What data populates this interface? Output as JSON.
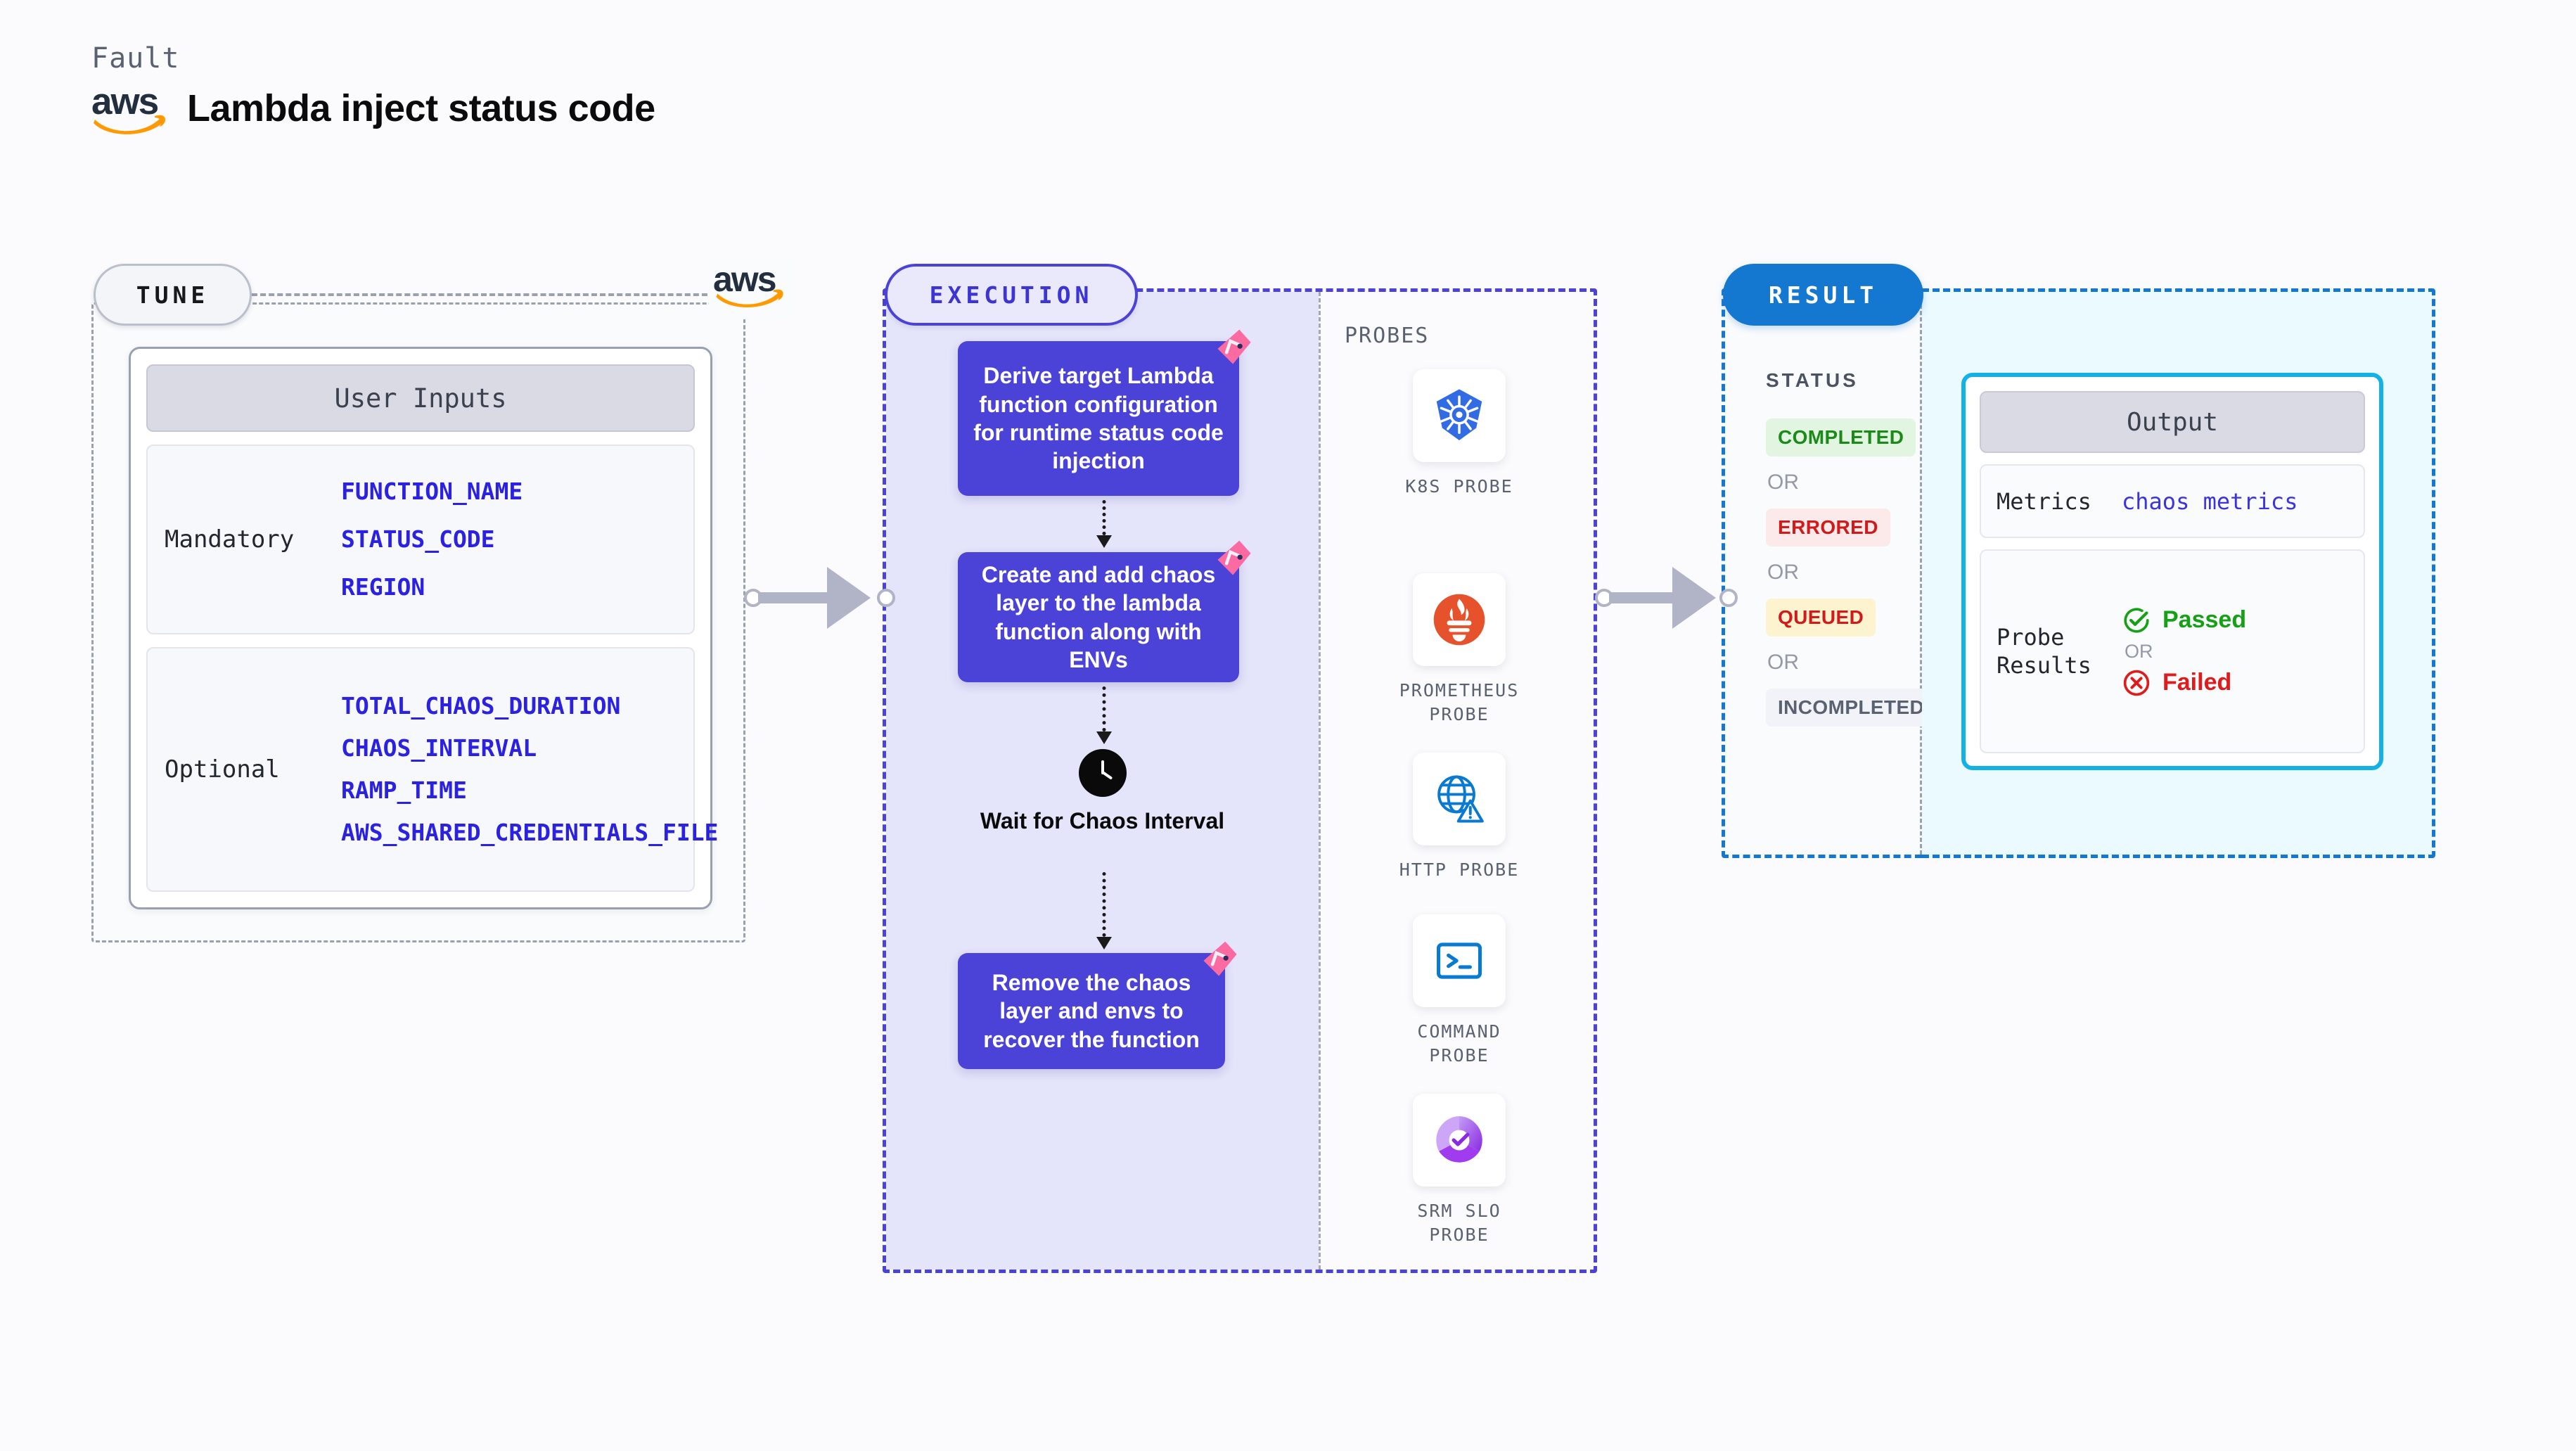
{
  "header": {
    "fault_label": "Fault",
    "title": "Lambda inject status code",
    "logo_text": "aws",
    "logo_name": "aws-logo"
  },
  "tune": {
    "pill_label": "TUNE",
    "logo_text": "aws",
    "card_title": "User Inputs",
    "groups": [
      {
        "label": "Mandatory",
        "params": [
          "FUNCTION_NAME",
          "STATUS_CODE",
          "REGION"
        ]
      },
      {
        "label": "Optional",
        "params": [
          "TOTAL_CHAOS_DURATION",
          "CHAOS_INTERVAL",
          "RAMP_TIME",
          "AWS_SHARED_CREDENTIALS_FILE"
        ]
      }
    ]
  },
  "execution": {
    "pill_label": "EXECUTION",
    "steps": [
      {
        "text": "Derive target Lambda function configuration for runtime status code injection",
        "type": "box"
      },
      {
        "text": "Create and add chaos layer to the lambda function along with ENVs",
        "type": "box"
      },
      {
        "text": "Wait for Chaos Interval",
        "type": "wait"
      },
      {
        "text": "Remove the chaos layer and envs to recover the function",
        "type": "box"
      }
    ]
  },
  "probes": {
    "title": "PROBES",
    "items": [
      {
        "label": "K8S PROBE",
        "icon": "kubernetes-icon"
      },
      {
        "label": "PROMETHEUS PROBE",
        "icon": "prometheus-icon"
      },
      {
        "label": "HTTP PROBE",
        "icon": "http-globe-icon"
      },
      {
        "label": "COMMAND PROBE",
        "icon": "terminal-icon"
      },
      {
        "label": "SRM SLO PROBE",
        "icon": "srm-slo-icon"
      }
    ]
  },
  "result": {
    "pill_label": "RESULT",
    "status_title": "STATUS",
    "or_label": "OR",
    "statuses": [
      {
        "label": "COMPLETED",
        "bg": "#e1f5e0",
        "fg": "#1b8a1b"
      },
      {
        "label": "ERRORED",
        "bg": "#fceaea",
        "fg": "#cf1b1b"
      },
      {
        "label": "QUEUED",
        "bg": "#fdf3cf",
        "fg": "#cf1b1b"
      },
      {
        "label": "INCOMPLETED",
        "bg": "#f2f3f8",
        "fg": "#5a6170"
      }
    ],
    "output": {
      "title": "Output",
      "metrics_key": "Metrics",
      "metrics_value": "chaos metrics",
      "probe_results_key": "Probe Results",
      "passed_label": "Passed",
      "failed_label": "Failed",
      "or_label": "OR",
      "passed_color": "#16a016",
      "failed_color": "#e01b1b"
    }
  },
  "colors": {
    "accent_purple": "#4b42d8",
    "accent_blue": "#1478d1",
    "accent_cyan": "#14b1e7",
    "flag_pink": "#fb6aa0"
  }
}
